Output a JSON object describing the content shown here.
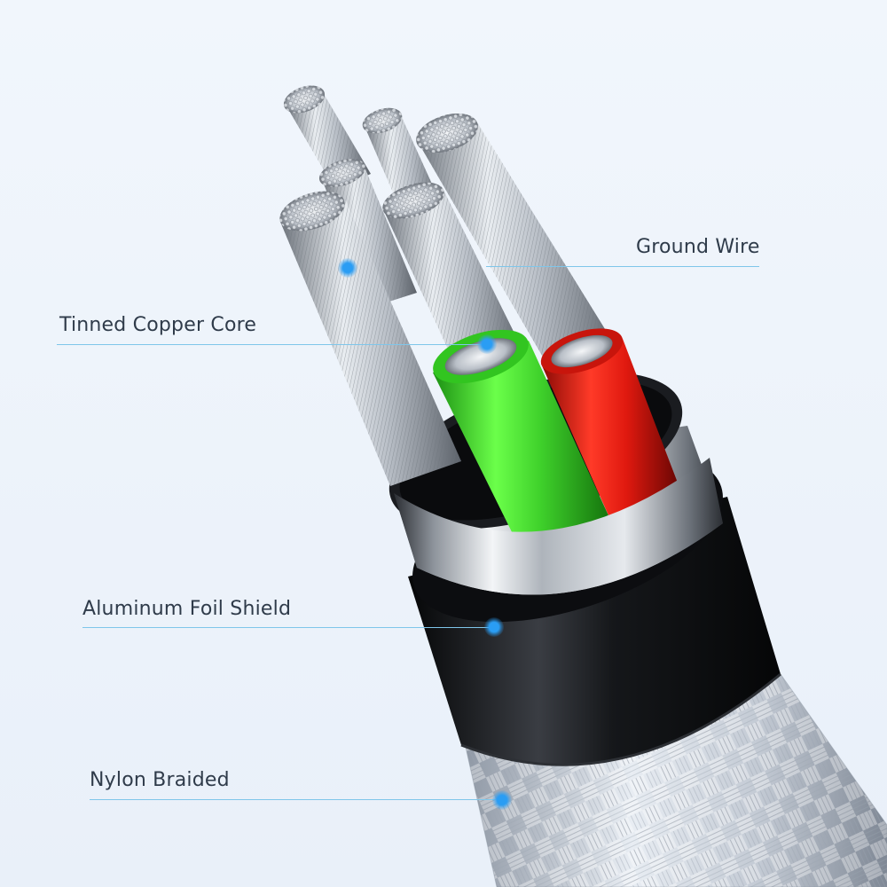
{
  "labels": {
    "ground_wire": "Ground Wire",
    "tinned_copper_core": "Tinned Copper Core",
    "aluminum_foil_shield": "Aluminum Foil Shield",
    "nylon_braided": "Nylon Braided"
  },
  "colors": {
    "background": "#eef3fa",
    "callout_line": "#7fc6ea",
    "callout_dot": "#2a9df4",
    "label_text": "#2f3b4a",
    "green_wire": "#3fd12b",
    "red_wire": "#e0190f",
    "foil_silver": "#c9ced4",
    "jacket_black": "#121316",
    "braid_silver": "#d8dee6"
  },
  "icons": [
    "callout-dot-icon"
  ]
}
